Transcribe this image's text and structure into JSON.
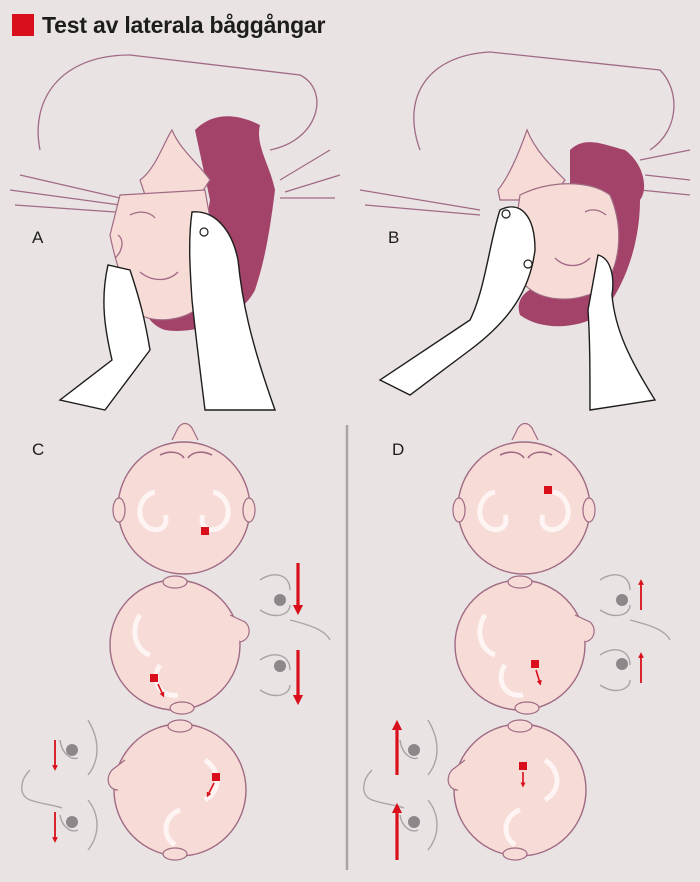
{
  "title": "Test av laterala båggångar",
  "panels": {
    "a": "A",
    "b": "B",
    "c": "C",
    "d": "D"
  },
  "colors": {
    "accent": "#d9101b",
    "skin": "#f7dbd6",
    "hair": "#a4436a",
    "outline": "#a06a84",
    "background": "#e9e3e3",
    "divider": "#a9a4a6"
  },
  "icons": [
    "title-square-icon",
    "hand-icon",
    "head-icon",
    "eye-icon",
    "arrow-icon",
    "otolith-marker-icon"
  ]
}
